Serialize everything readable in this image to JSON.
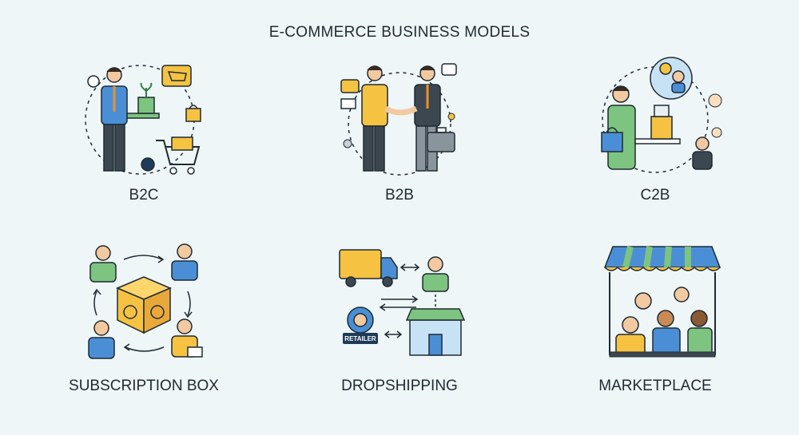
{
  "title": "E-COMMERCE BUSINESS MODELS",
  "models": [
    {
      "label": "B2C",
      "icon": "b2c-illustration-icon"
    },
    {
      "label": "B2B",
      "icon": "b2b-handshake-icon"
    },
    {
      "label": "C2B",
      "icon": "c2b-illustration-icon"
    },
    {
      "label": "SUBSCRIPTION BOX",
      "icon": "subscription-box-icon"
    },
    {
      "label": "DROPSHIPPING",
      "icon": "dropshipping-icon"
    },
    {
      "label": "MARKETPLACE",
      "icon": "marketplace-stall-icon"
    }
  ],
  "retailer_sign": "RETAILER",
  "colors": {
    "background": "#eef6f8",
    "blue": "#4a8fd6",
    "yellow": "#f5c242",
    "green": "#7cc47f",
    "navy": "#1f3b57",
    "outline": "#1f2a33"
  }
}
